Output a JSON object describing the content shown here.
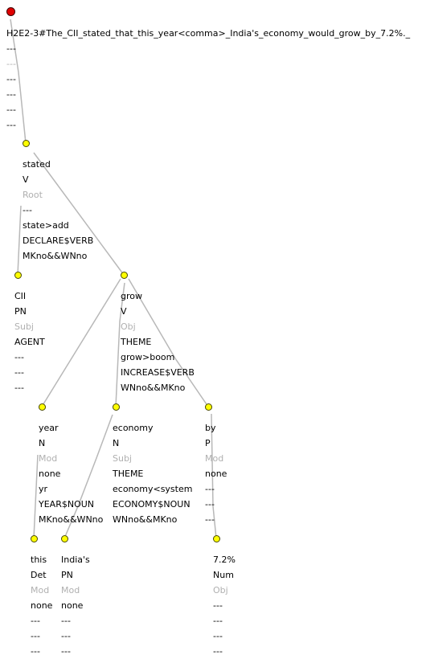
{
  "sentence": "H2E2-3#The_CII_stated_that_this_year<comma>_India's_economy_would_grow_by_7.2%._",
  "root_lines": [
    "---",
    "---",
    "---",
    "---",
    "---",
    "---"
  ],
  "nodes": {
    "root": {
      "lines": []
    },
    "stated": {
      "lines": [
        "stated",
        "V",
        "Root",
        "---",
        "state>add",
        "DECLARE$VERB",
        "MKno&&WNno"
      ]
    },
    "cii": {
      "lines": [
        "CII",
        "PN",
        "Subj",
        "AGENT",
        "---",
        "---",
        "---"
      ]
    },
    "grow": {
      "lines": [
        "grow",
        "V",
        "Obj",
        "THEME",
        "grow>boom",
        "INCREASE$VERB",
        "WNno&&MKno"
      ]
    },
    "year": {
      "lines": [
        "year",
        "N",
        "Mod",
        "none",
        "yr",
        "YEAR$NOUN",
        "MKno&&WNno"
      ]
    },
    "economy": {
      "lines": [
        "economy",
        "N",
        "Subj",
        "THEME",
        "economy<system",
        "ECONOMY$NOUN",
        "WNno&&MKno"
      ]
    },
    "by": {
      "lines": [
        "by",
        "P",
        "Mod",
        "none",
        "---",
        "---",
        "---"
      ]
    },
    "this": {
      "lines": [
        "this",
        "Det",
        "Mod",
        "none",
        "---",
        "---",
        "---"
      ]
    },
    "indias": {
      "lines": [
        "India's",
        "PN",
        "Mod",
        "none",
        "---",
        "---",
        "---"
      ]
    },
    "pct": {
      "lines": [
        "7.2%",
        "Num",
        "Obj",
        "---",
        "---",
        "---",
        "---"
      ]
    }
  },
  "colors": {
    "edge": "#b8b8b8",
    "node_fill": "#ffff00",
    "root_fill": "#e00000",
    "label_gray": "#b0b0b0"
  }
}
